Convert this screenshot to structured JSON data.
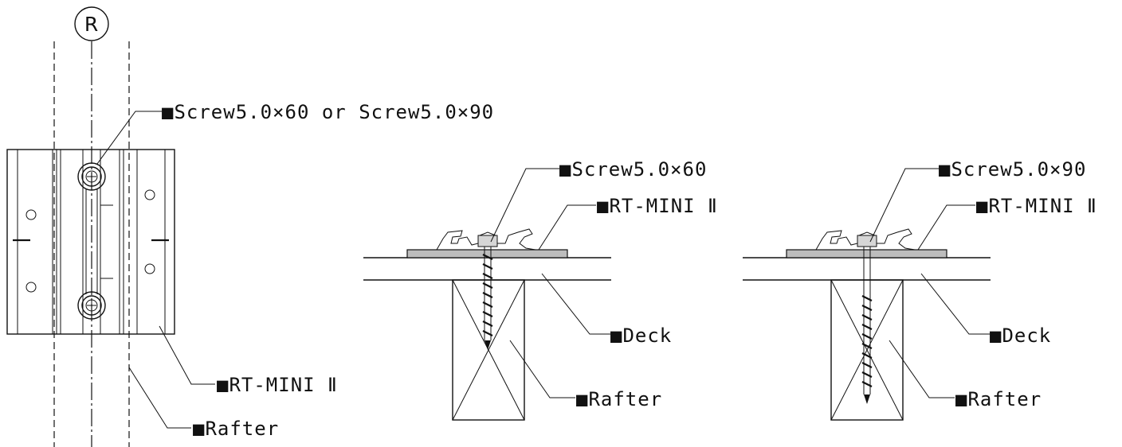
{
  "reference_mark": "R",
  "labels": {
    "plan_screw": "■Screw5.0×60 or Screw5.0×90",
    "plan_rt_mini": "■RT-MINI Ⅱ",
    "plan_rafter": "■Rafter",
    "sec1_screw": "■Screw5.0×60",
    "sec1_rt_mini": "■RT-MINI Ⅱ",
    "sec1_deck": "■Deck",
    "sec1_rafter": "■Rafter",
    "sec2_screw": "■Screw5.0×90",
    "sec2_rt_mini": "■RT-MINI Ⅱ",
    "sec2_deck": "■Deck",
    "sec2_rafter": "■Rafter"
  }
}
